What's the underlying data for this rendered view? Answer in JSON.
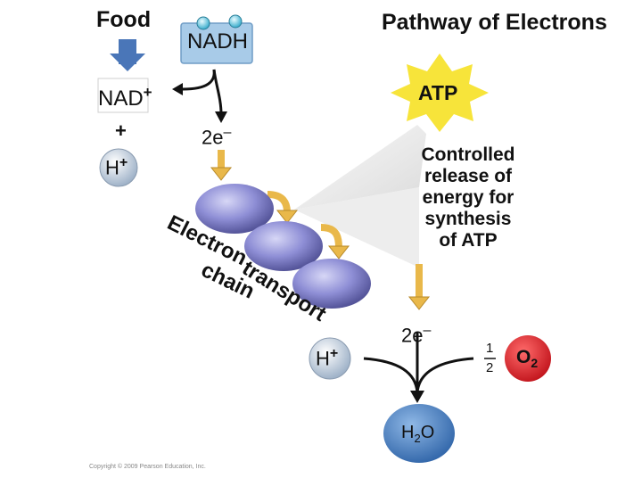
{
  "title": "Pathway of Electrons",
  "food_label": "Food",
  "nadh_label": "NADH",
  "nad_label": "NAD",
  "plus_sign": "+",
  "h_label": "H",
  "atp_label": "ATP",
  "electrons_top": "2e",
  "electrons_bottom": "2e",
  "minus_sign": "–",
  "controlled_release": [
    "Controlled",
    "release of",
    "energy for",
    "synthesis",
    "of ATP"
  ],
  "etc_word1": "Electron",
  "etc_word2": "transport",
  "etc_word3": "chain",
  "half_numerator": "1",
  "half_denominator": "2",
  "o_label": "O",
  "o_subscript": "2",
  "water_h": "H",
  "water_sub": "2",
  "water_o": "O",
  "copyright": "Copyright © 2009 Pearson Education, Inc.",
  "colors": {
    "nadh_box": "#a8cbe8",
    "atp_star": "#f7e43a",
    "arrow_gold": "#e9b84a",
    "protein": "#8f8fd6",
    "water": "#4f86c6",
    "oxygen": "#e01c24",
    "food_arrow": "#4a76b8",
    "h_ion": "#c9d6e6"
  }
}
